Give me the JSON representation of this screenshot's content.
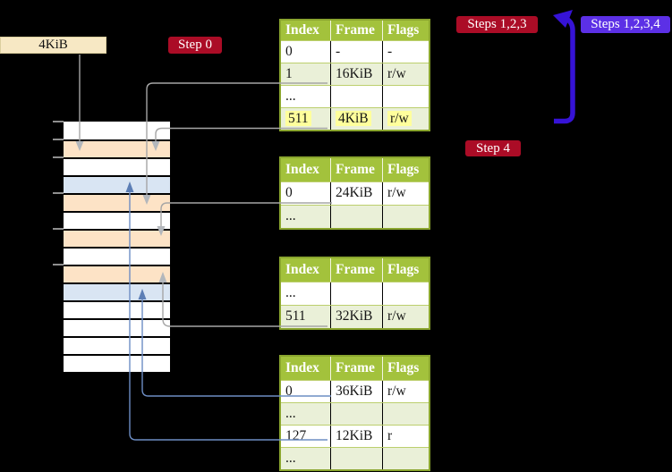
{
  "colors": {
    "background": "#000000",
    "badge_red": "#ab0c26",
    "badge_blue_violet": "#5c30e6",
    "loop_arrow_blue": "#3613d6",
    "table_header_green": "#a3c23c",
    "table_border_olive": "#8aa52e",
    "table_row_light_green": "#eaf0d8",
    "highlight_yellow": "#ffff9c",
    "memory_frame_peach": "#fde3c6",
    "memory_frame_blue": "#d9e5f3",
    "gray_connector": "#a6a6a6",
    "blue_connector": "#6d8dc4",
    "frame_box_tan": "#f7e8c4"
  },
  "frame_box": {
    "label": "4KiB"
  },
  "badges": {
    "step0": {
      "label": "Step 0",
      "color": "#ab0c26"
    },
    "steps123": {
      "label": "Steps 1,2,3",
      "color": "#ab0c26"
    },
    "steps1234": {
      "label": "Steps 1,2,3,4",
      "color": "#5c30e6"
    },
    "step4": {
      "label": "Step 4",
      "color": "#ab0c26"
    }
  },
  "memory_strip": {
    "frame_colors": [
      "white",
      "peach",
      "white",
      "blue",
      "peach",
      "white",
      "peach",
      "white",
      "peach",
      "blue",
      "white",
      "white",
      "white",
      "white"
    ]
  },
  "tables": [
    {
      "name": "page-table-1",
      "columns": [
        "Index",
        "Frame",
        "Flags"
      ],
      "rows": [
        {
          "cells": [
            "0",
            "-",
            "-"
          ],
          "shaded": false,
          "highlighted": false
        },
        {
          "cells": [
            "1",
            "16KiB",
            "r/w"
          ],
          "shaded": true,
          "highlighted": false
        },
        {
          "cells": [
            "...",
            "",
            ""
          ],
          "shaded": false,
          "highlighted": false
        },
        {
          "cells": [
            "511",
            "4KiB",
            "r/w"
          ],
          "shaded": true,
          "highlighted": true
        }
      ]
    },
    {
      "name": "page-table-2",
      "columns": [
        "Index",
        "Frame",
        "Flags"
      ],
      "rows": [
        {
          "cells": [
            "0",
            "24KiB",
            "r/w"
          ],
          "shaded": false,
          "highlighted": false
        },
        {
          "cells": [
            "...",
            "",
            ""
          ],
          "shaded": true,
          "highlighted": false
        }
      ]
    },
    {
      "name": "page-table-3",
      "columns": [
        "Index",
        "Frame",
        "Flags"
      ],
      "rows": [
        {
          "cells": [
            "...",
            "",
            ""
          ],
          "shaded": false,
          "highlighted": false
        },
        {
          "cells": [
            "511",
            "32KiB",
            "r/w"
          ],
          "shaded": true,
          "highlighted": false
        }
      ]
    },
    {
      "name": "page-table-4",
      "columns": [
        "Index",
        "Frame",
        "Flags"
      ],
      "rows": [
        {
          "cells": [
            "0",
            "36KiB",
            "r/w"
          ],
          "shaded": false,
          "highlighted": false
        },
        {
          "cells": [
            "...",
            "",
            ""
          ],
          "shaded": true,
          "highlighted": false
        },
        {
          "cells": [
            "127",
            "12KiB",
            "r"
          ],
          "shaded": false,
          "highlighted": false
        },
        {
          "cells": [
            "...",
            "",
            ""
          ],
          "shaded": true,
          "highlighted": false
        }
      ]
    }
  ],
  "connectors": {
    "gray_arrows": [
      {
        "from": "frame-box-4KiB",
        "to": "memory-frame-4KiB"
      },
      {
        "from": "page-table-1-row-1",
        "to": "memory-frame-16KiB"
      },
      {
        "from": "page-table-1-row-511",
        "to": "memory-frame-4KiB"
      },
      {
        "from": "page-table-2-row-0",
        "to": "memory-frame-24KiB"
      },
      {
        "from": "page-table-3-row-511",
        "to": "memory-frame-32KiB"
      }
    ],
    "blue_arrows": [
      {
        "from": "page-table-4-row-0",
        "to": "memory-frame-36KiB"
      },
      {
        "from": "page-table-4-row-127",
        "to": "memory-frame-12KiB"
      }
    ],
    "loop_arrow": {
      "from": "page-table-1-bottom-right",
      "to": "page-table-1-top-right"
    }
  }
}
